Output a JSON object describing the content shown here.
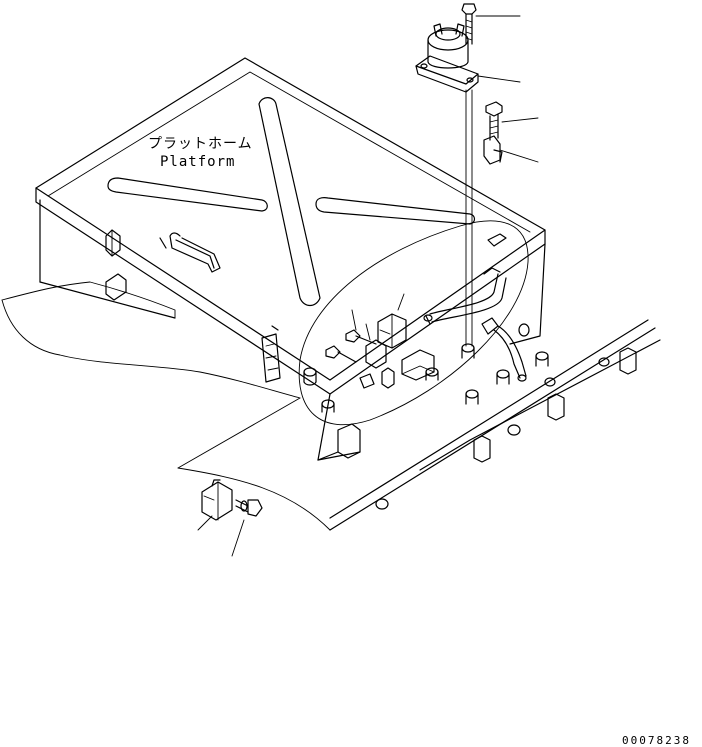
{
  "labels": {
    "platform_jp": "プラットホーム",
    "platform_en": "Platform"
  },
  "drawing_code": "00078238"
}
